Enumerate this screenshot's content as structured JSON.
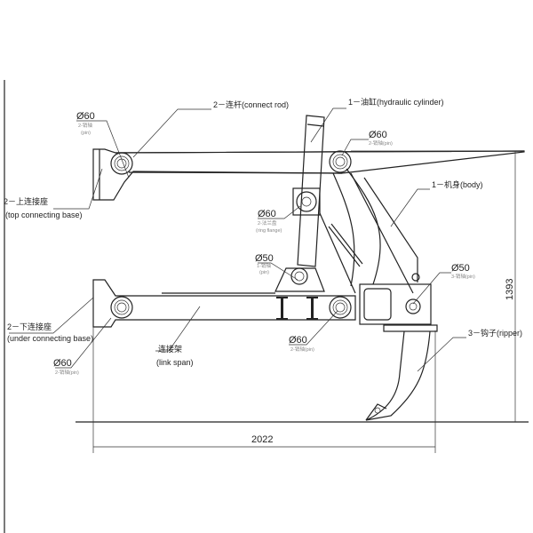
{
  "labels": {
    "connect_rod": "2－连杆(connect rod)",
    "hydraulic_cylinder": "1－油缸(hydraulic cylinder)",
    "body": "1－机身(body)",
    "top_base_cn": "2－上连接座",
    "top_base_en": "(top connecting base)",
    "under_base_cn": "2－下连接座",
    "under_base_en": "(under connecting base)",
    "link_span_cn": "连接架",
    "link_span_en": "(link span)",
    "ripper": "3－钩子(ripper)"
  },
  "callouts": [
    {
      "dia": "Ø60",
      "sub1": "2-销轴",
      "sub2": "(pin)"
    },
    {
      "dia": "Ø60",
      "sub1": "2-销轴(pin)",
      "sub2": ""
    },
    {
      "dia": "Ø60",
      "sub1": "2-法兰盘",
      "sub2": "(ring flange)"
    },
    {
      "dia": "Ø50",
      "sub1": "1-销轴",
      "sub2": "(pin)"
    },
    {
      "dia": "Ø50",
      "sub1": "3-销轴(pin)",
      "sub2": ""
    },
    {
      "dia": "Ø60",
      "sub1": "2-销轴(pin)",
      "sub2": ""
    },
    {
      "dia": "Ø60",
      "sub1": "2-销轴(pin)",
      "sub2": ""
    }
  ],
  "dimensions": {
    "width": "2022",
    "height": "1393"
  }
}
